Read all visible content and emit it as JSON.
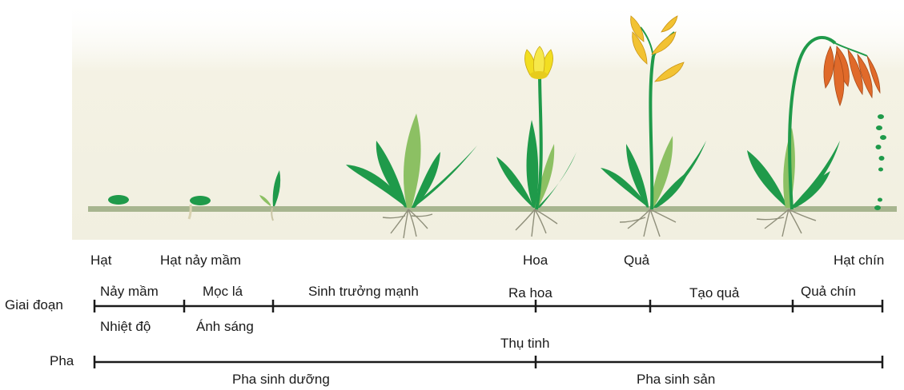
{
  "stage_labels": {
    "seed": "Hạt",
    "germinating_seed": "Hạt nảy mầm",
    "flower": "Hoa",
    "fruit": "Quả",
    "ripe_seed": "Hạt chín"
  },
  "timeline": {
    "stage_row_label": "Giai đoạn",
    "phase_row_label": "Pha",
    "stages": [
      "Nảy mầm",
      "Mọc lá",
      "Sinh trưởng mạnh",
      "Ra hoa",
      "Tạo quả",
      "Quả chín"
    ],
    "factors": [
      "Nhiệt độ",
      "Ánh sáng"
    ],
    "fertilization": "Thụ tinh",
    "phases": [
      "Pha sinh dưỡng",
      "Pha sinh sản"
    ]
  },
  "colors": {
    "leaf_dark": "#1f9a4a",
    "leaf_light": "#8cc063",
    "ground": "#a7b58f",
    "background_panel": "#f3f1e3",
    "flower_yellow": "#f2de21",
    "fruit_yellow": "#f2c232",
    "fruit_orange": "#e06a2a",
    "root": "#8f8f7a"
  }
}
